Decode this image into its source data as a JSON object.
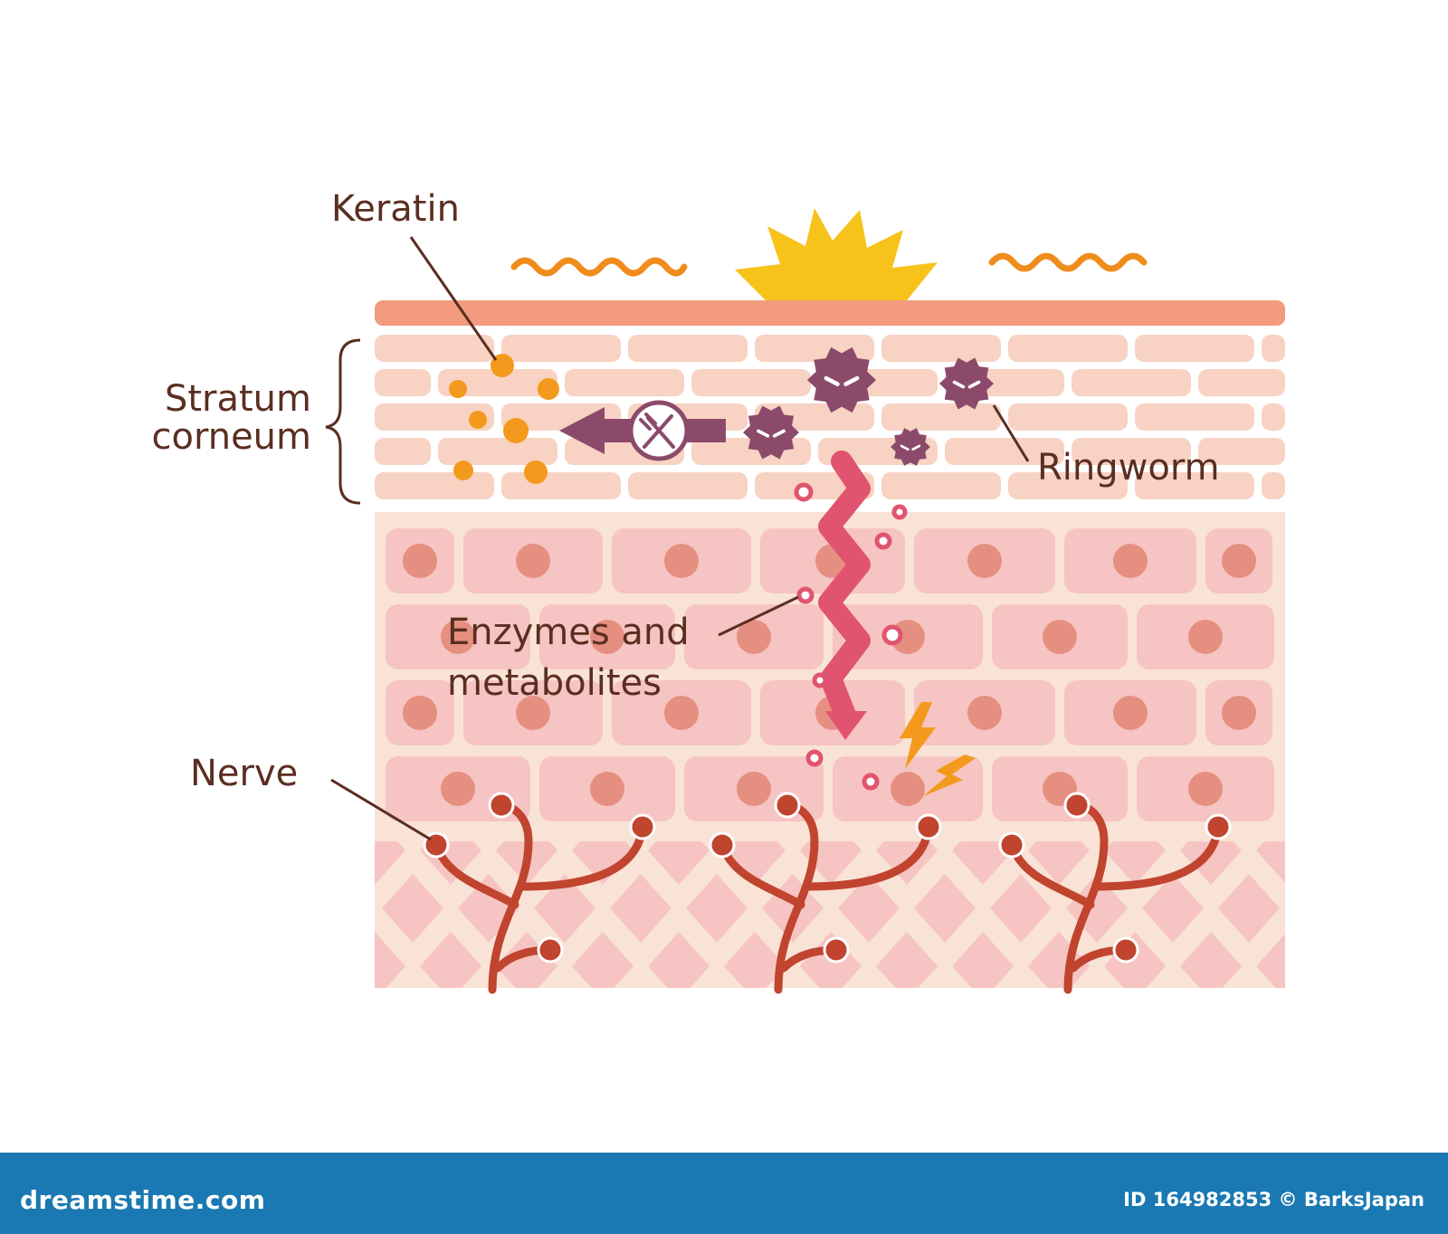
{
  "labels": {
    "keratin": "Keratin",
    "stratum_line1": "Stratum",
    "stratum_line2": "corneum",
    "ringworm": "Ringworm",
    "enzymes_line1": "Enzymes and",
    "enzymes_line2": "metabolites",
    "nerve": "Nerve"
  },
  "footer": {
    "site": "dreamstime.com",
    "image_id": "ID 164982853 © BarksJapan"
  },
  "colors": {
    "text": "#5a2e20",
    "top_skin": "#f29b7f",
    "corneum_cell": "#f8d2c2",
    "cell_fill": "#f6c4c2",
    "cell_nucleus": "#e58f80",
    "keratin": "#f39a1e",
    "ringworm": "#8c4a6b",
    "enzyme_arrow": "#e1546f",
    "nerve": "#c0442e",
    "sun": "#f7c21a",
    "wave": "#f08c1c",
    "footer_bg": "#1a79b2"
  },
  "icons": [
    "sun-icon",
    "heat-wave-icon",
    "fork-knife-icon",
    "lightning-icon"
  ]
}
